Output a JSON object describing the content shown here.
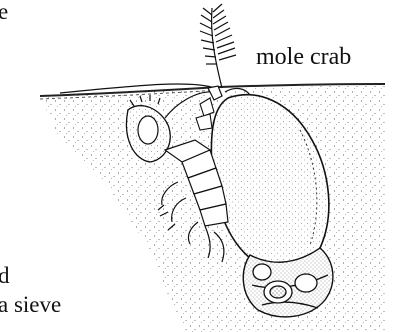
{
  "figure": {
    "label": "mole crab",
    "text_fragments": {
      "top": "e",
      "middle": "d",
      "bottom": "a sieve"
    }
  },
  "colors": {
    "ink": "#111111",
    "background": "#ffffff"
  }
}
